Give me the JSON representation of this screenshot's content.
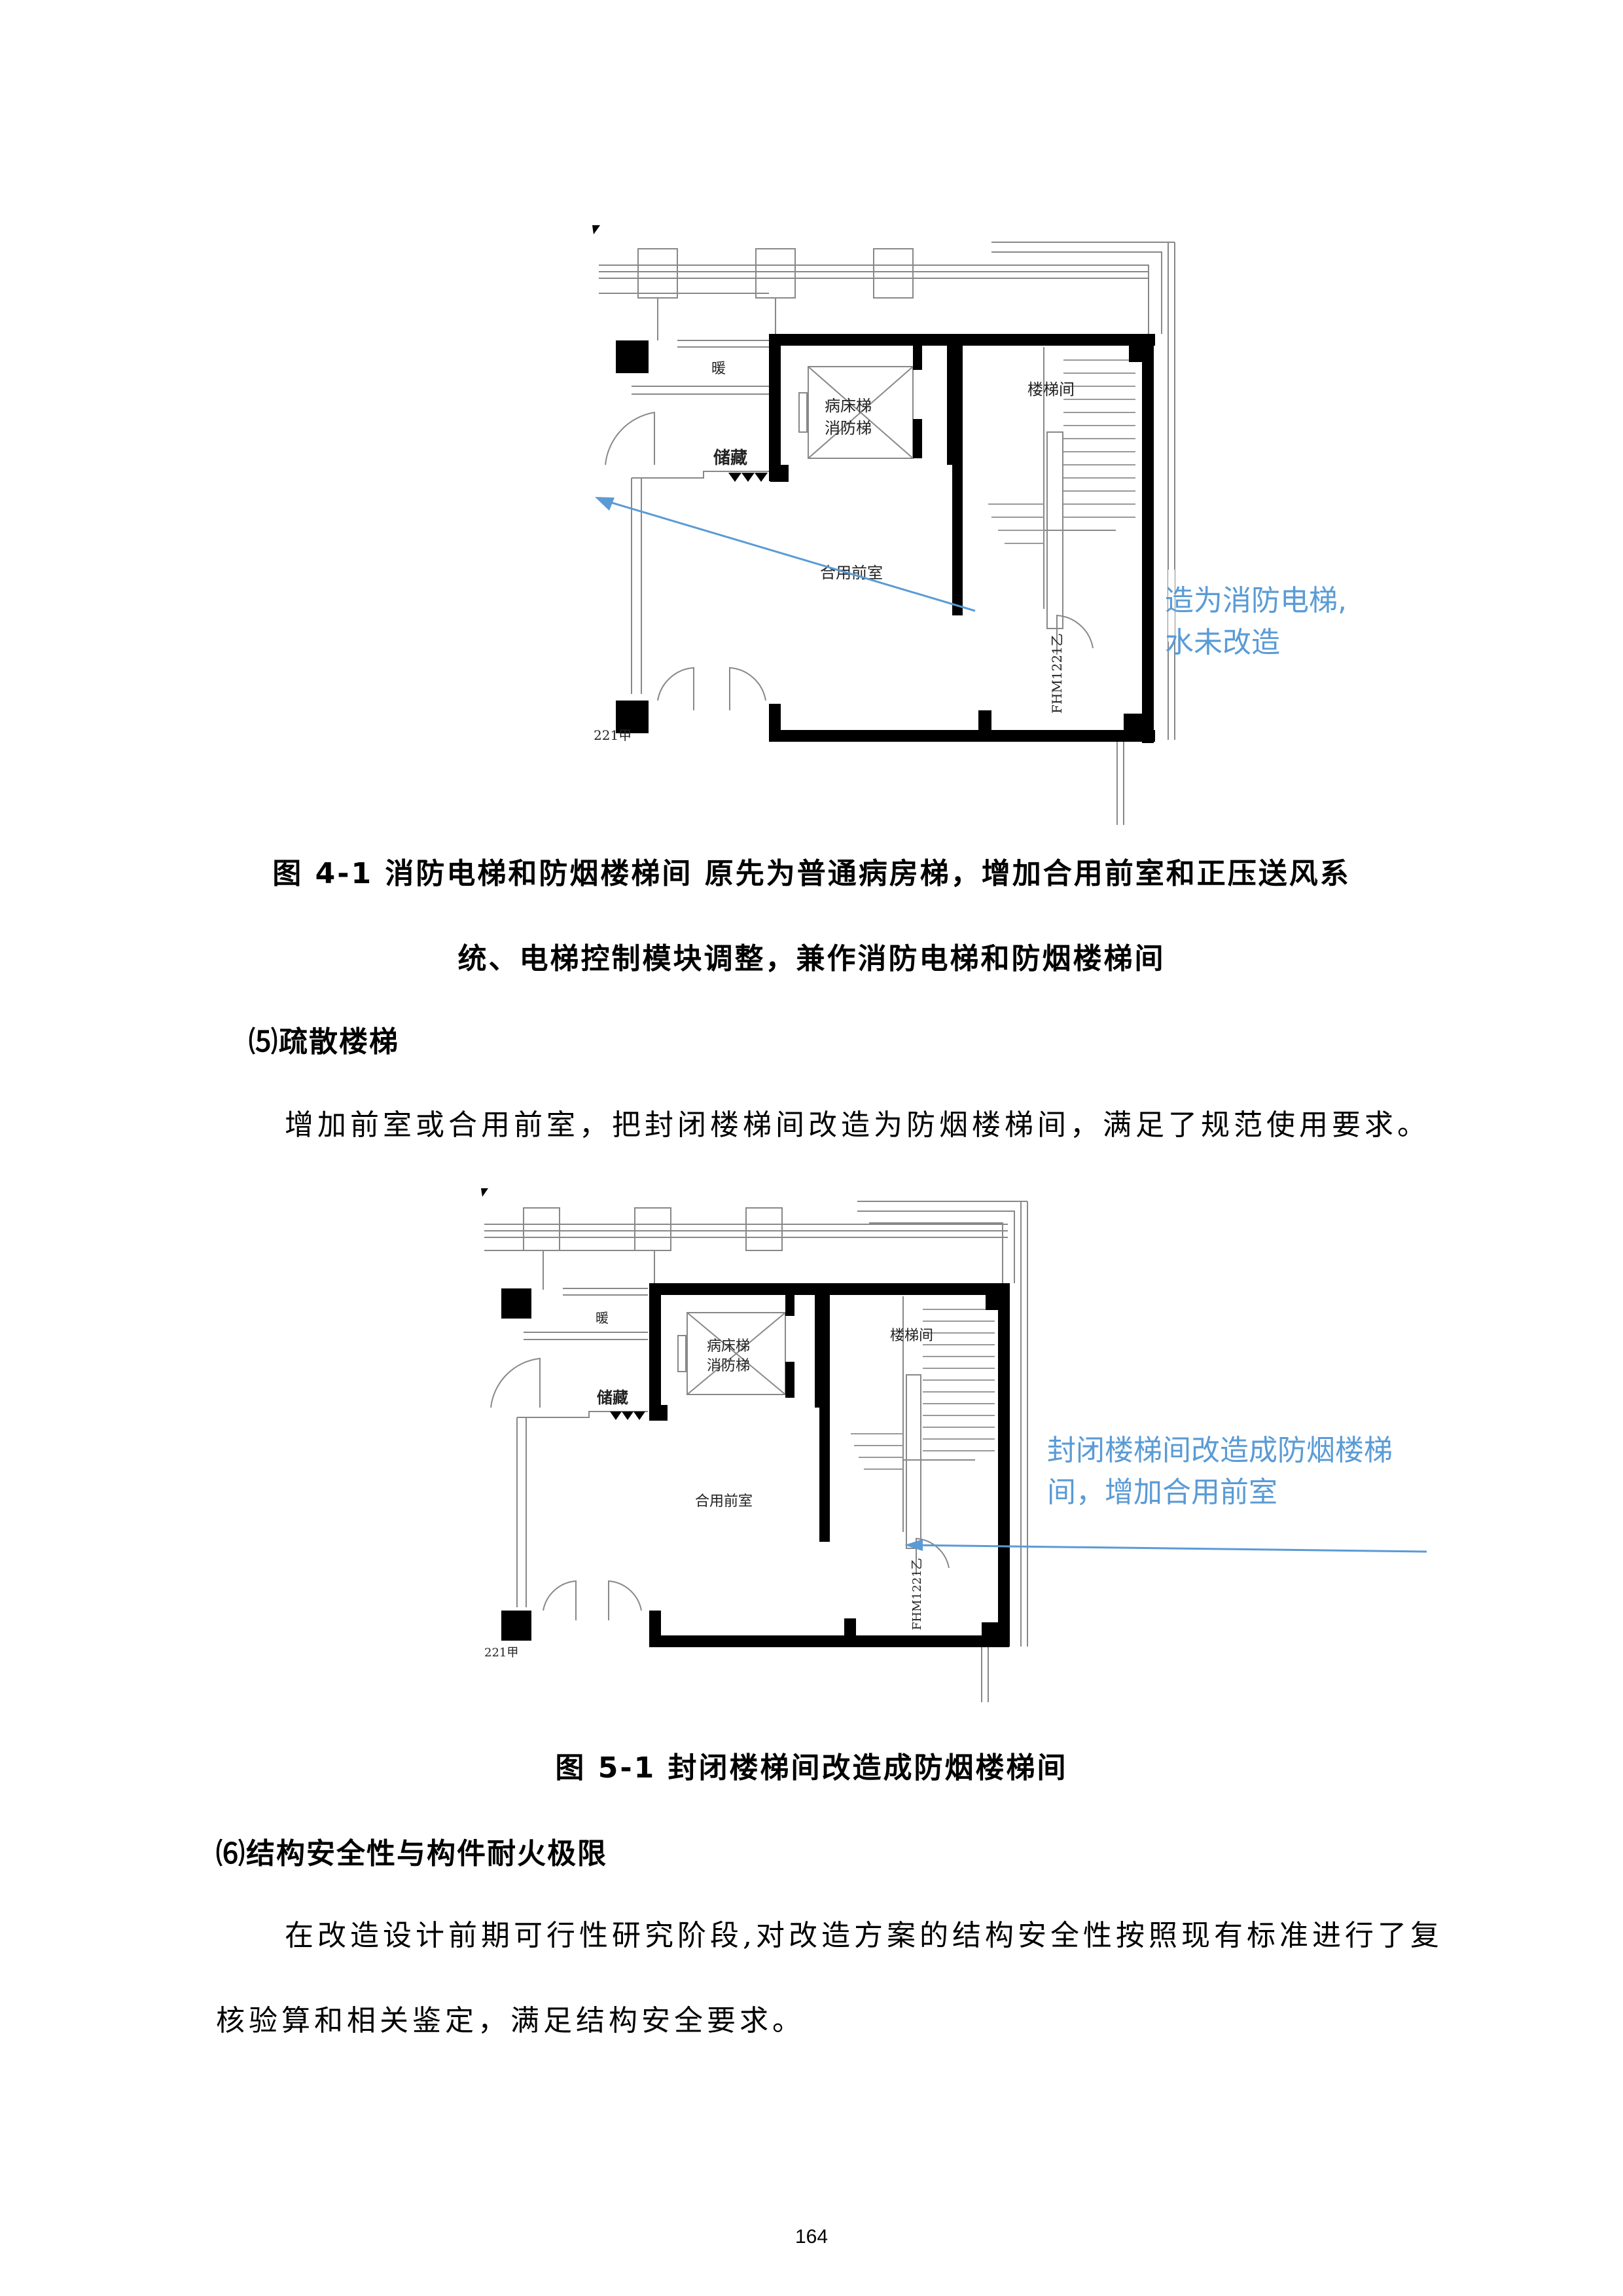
{
  "figure1": {
    "labels": {
      "duct": "暖",
      "elevator_line1": "病床梯",
      "elevator_line2": "消防梯",
      "storage": "储藏",
      "lobby": "合用前室",
      "stair": "楼梯间",
      "door_code": "FHM1221乙",
      "room_num": "221甲"
    },
    "note_line1": "造为消防电梯,",
    "note_line2": "水未改造"
  },
  "caption1_line1": "图 4-1 消防电梯和防烟楼梯间  原先为普通病房梯，增加合用前室和正压送风系",
  "caption1_line2": "统、电梯控制模块调整，兼作消防电梯和防烟楼梯间",
  "heading5": "⑸疏散楼梯",
  "para5": "增加前室或合用前室，把封闭楼梯间改造为防烟楼梯间，满足了规范使用要求。",
  "figure2": {
    "labels": {
      "duct": "暖",
      "elevator_line1": "病床梯",
      "elevator_line2": "消防梯",
      "storage": "储藏",
      "lobby": "合用前室",
      "stair": "楼梯间",
      "door_code": "FHM1221乙",
      "room_num": "221甲"
    },
    "note_line1": "封闭楼梯间改造成防烟楼梯",
    "note_line2": "间，增加合用前室"
  },
  "caption2": "图 5-1 封闭楼梯间改造成防烟楼梯间",
  "heading6": "⑹结构安全性与构件耐火极限",
  "para6_line1": "在改造设计前期可行性研究阶段,对改造方案的结构安全性按照现有标准进行了复",
  "para6_line2": "核验算和相关鉴定，满足结构安全要求。",
  "page_number": "164",
  "colors": {
    "annotation_blue": "#5a9bd5",
    "wall": "#000000"
  }
}
